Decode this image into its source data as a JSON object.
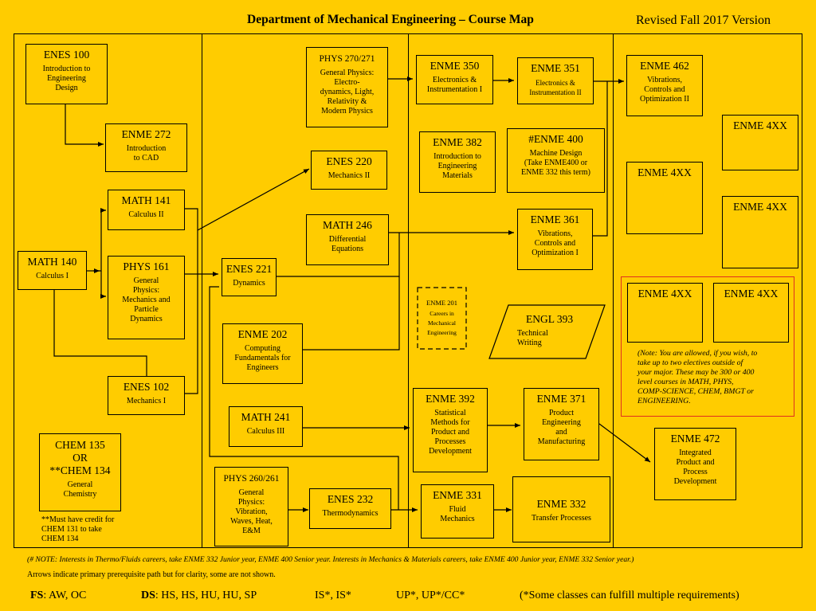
{
  "header": {
    "title": "Department of Mechanical Engineering – Course Map",
    "version": "Revised Fall 2017 Version"
  },
  "courses": {
    "enes100": {
      "code": "ENES 100",
      "name": "Introduction to\nEngineering\nDesign"
    },
    "enme272": {
      "code": "ENME 272",
      "name": "Introduction\nto CAD"
    },
    "math141": {
      "code": "MATH 141",
      "name": "Calculus II"
    },
    "math140": {
      "code": "MATH 140",
      "name": "Calculus I"
    },
    "phys161": {
      "code": "PHYS 161",
      "name": "General\nPhysics:\nMechanics and\nParticle\nDynamics"
    },
    "enes102": {
      "code": "ENES 102",
      "name": "Mechanics I"
    },
    "chem": {
      "code": "CHEM 135\nOR\n**CHEM 134",
      "name": "General\nChemistry"
    },
    "phys270": {
      "code": "PHYS 270/271",
      "name": "General Physics:\nElectro-\ndynamics, Light,\nRelativity &\nModern Physics"
    },
    "enes220": {
      "code": "ENES 220",
      "name": "Mechanics II"
    },
    "math246": {
      "code": "MATH 246",
      "name": "Differential\nEquations"
    },
    "enes221": {
      "code": "ENES 221",
      "name": "Dynamics"
    },
    "enme202": {
      "code": "ENME 202",
      "name": "Computing\nFundamentals for\nEngineers"
    },
    "math241": {
      "code": "MATH 241",
      "name": "Calculus III"
    },
    "phys260": {
      "code": "PHYS 260/261",
      "name": "General\nPhysics:\nVibration,\nWaves,  Heat,\nE&M"
    },
    "enes232": {
      "code": "ENES 232",
      "name": "Thermodynamics"
    },
    "enme350": {
      "code": "ENME 350",
      "name": "Electronics &\nInstrumentation I"
    },
    "enme351": {
      "code": "ENME 351",
      "name": "Electronics &\nInstrumentation II"
    },
    "enme382": {
      "code": "ENME 382",
      "name": "Introduction to\nEngineering\nMaterials"
    },
    "enme400": {
      "code": "#ENME 400",
      "name": "Machine Design\n(Take ENME400 or\nENME 332 this term)"
    },
    "enme361": {
      "code": "ENME 361",
      "name": "Vibrations,\nControls and\nOptimization I"
    },
    "enme201": {
      "code": "ENME 201",
      "name": "Careers in\nMechanical\nEngineering"
    },
    "engl393": {
      "code": "ENGL 393",
      "name": "Technical\nWriting"
    },
    "enme392": {
      "code": "ENME 392",
      "name": "Statistical\nMethods for\nProduct and\nProcesses\nDevelopment"
    },
    "enme371": {
      "code": "ENME 371",
      "name": "Product\nEngineering\nand\nManufacturing"
    },
    "enme331": {
      "code": "ENME 331",
      "name": "Fluid\nMechanics"
    },
    "enme332": {
      "code": "ENME 332",
      "name": "Transfer Processes"
    },
    "enme462": {
      "code": "ENME 462",
      "name": "Vibrations,\nControls and\nOptimization II"
    },
    "elec1": {
      "code": "ENME 4XX"
    },
    "elec2": {
      "code": "ENME 4XX"
    },
    "elec3": {
      "code": "ENME 4XX"
    },
    "elec4": {
      "code": "ENME 4XX"
    },
    "elec5": {
      "code": "ENME 4XX"
    },
    "enme472": {
      "code": "ENME 472",
      "name": "Integrated\nProduct and\nProcess\nDevelopment"
    }
  },
  "notes": {
    "chem_credit": "**Must have credit for\nCHEM 131 to take\nCHEM 134",
    "electives": "(Note: You are allowed, if you wish, to\ntake up to two electives outside of\nyour major. These may be 300 or 400\nlevel courses in MATH, PHYS,\nCOMP-SCIENCE, CHEM, BMGT or\nENGINEERING.",
    "footnote": "(# NOTE: Interests in Thermo/Fluids careers, take ENME 332 Junior year, ENME 400 Senior year. Interests in Mechanics & Materials careers, take ENME 400 Junior year, ENME 332 Senior year.)",
    "arrows": "Arrows indicate primary prerequisite path but for clarity, some are not shown."
  },
  "requirements": {
    "fs_label": "FS",
    "fs_value": ": AW, OC",
    "ds_label": "DS",
    "ds_value": ": HS, HS, HU, HU, SP",
    "is_value": "IS*, IS*",
    "up_value": "UP*, UP*/CC*",
    "fulfill_note": "(*Some classes can fulfill multiple requirements)"
  }
}
